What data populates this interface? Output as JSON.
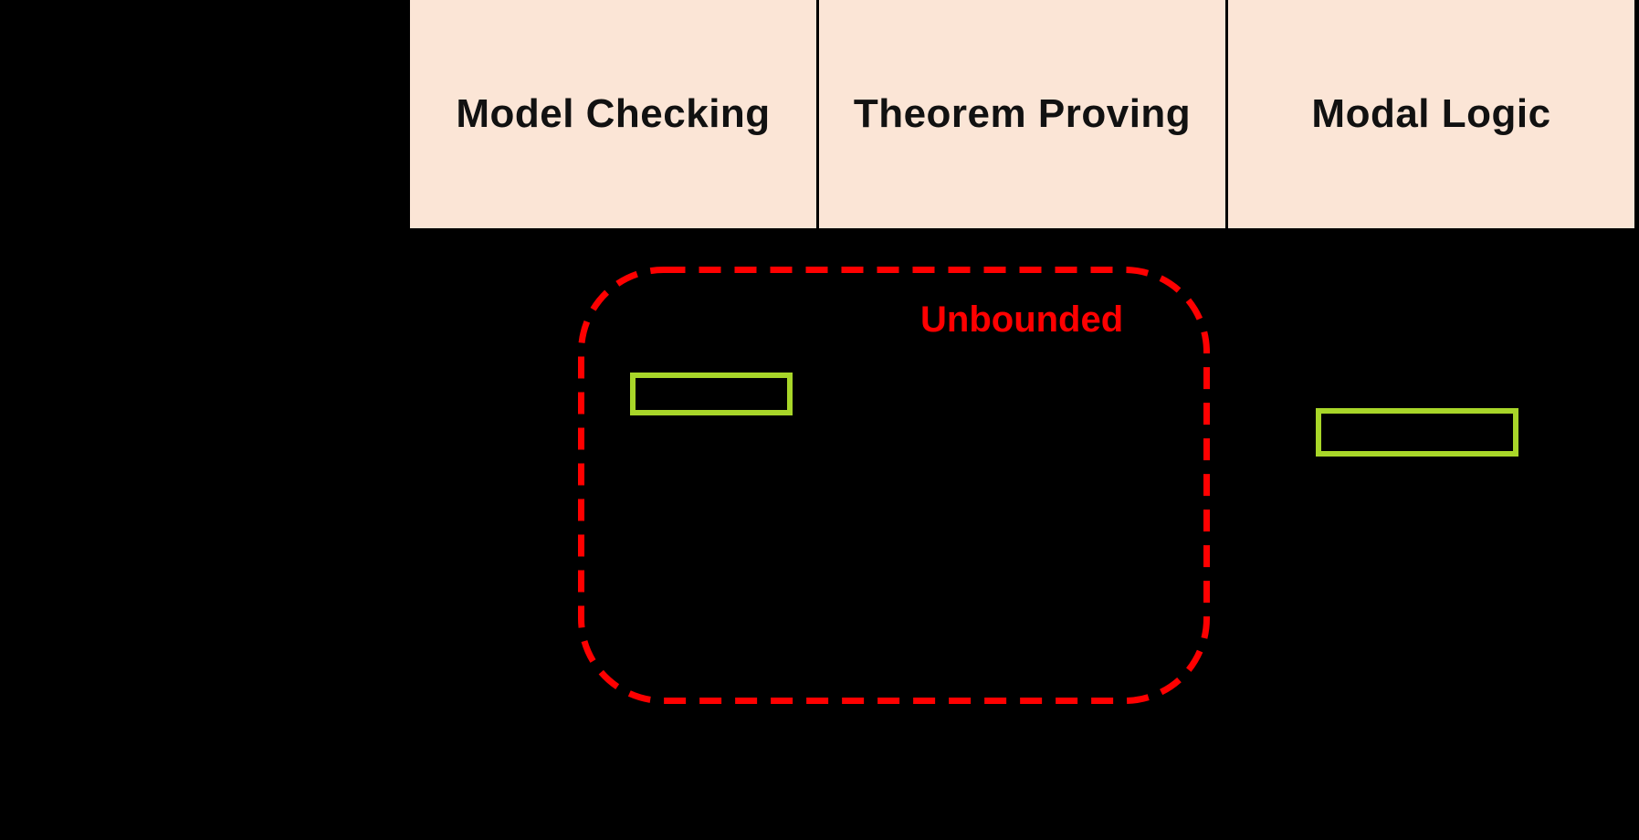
{
  "header": {
    "columns": [
      {
        "label": "Model Checking"
      },
      {
        "label": "Theorem Proving"
      },
      {
        "label": "Modal Logic"
      }
    ]
  },
  "unbounded_region": {
    "label": "Unbounded"
  },
  "highlight_boxes": {
    "count": 2
  },
  "colors": {
    "background": "#000000",
    "header-fill": "#FBE5D6",
    "header-text": "#111111",
    "cell-border": "#000000",
    "outline-red": "#FF0000",
    "highlight-green": "#A8D629"
  }
}
